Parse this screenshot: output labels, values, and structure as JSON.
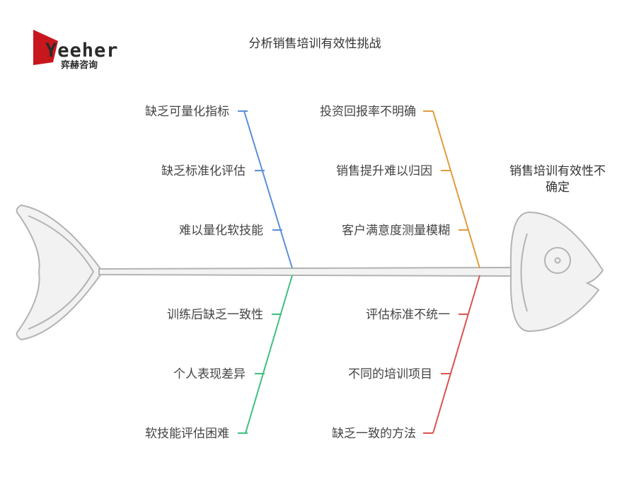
{
  "title": "分析销售培训有效性挑战",
  "effect_lines": [
    "销售培训有效性不",
    "确定"
  ],
  "logo": {
    "brand": "Yeeher",
    "brand_cn": "弈赫咨询",
    "red": "#c8161d",
    "dark": "#2b2b2b"
  },
  "colors": {
    "blue": "#5b8fd8",
    "orange": "#e09b3d",
    "green": "#3fbf7f",
    "red": "#d9534f",
    "fish": "#b3b3b3",
    "fish_fill": "#f2f2f2"
  },
  "branches": [
    {
      "id": "measurement",
      "color": "blue",
      "causes": [
        "缺乏可量化指标",
        "缺乏标准化评估",
        "难以量化软技能"
      ]
    },
    {
      "id": "roi",
      "color": "orange",
      "causes": [
        "投资回报率不明确",
        "销售提升难以归因",
        "客户满意度测量模糊"
      ]
    },
    {
      "id": "consistency",
      "color": "green",
      "causes": [
        "训练后缺乏一致性",
        "个人表现差异",
        "软技能评估困难"
      ]
    },
    {
      "id": "methods",
      "color": "red",
      "causes": [
        "评估标准不统一",
        "不同的培训项目",
        "缺乏一致的方法"
      ]
    }
  ]
}
